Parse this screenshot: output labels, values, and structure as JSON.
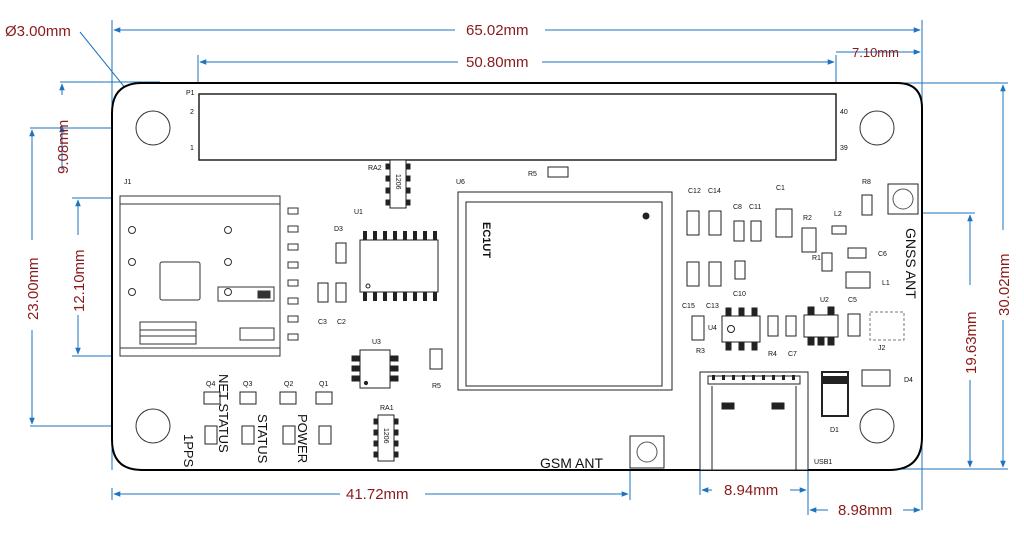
{
  "dimensions": {
    "hole_diameter": "Ø3.00mm",
    "overall_width": "65.02mm",
    "header_width": "50.80mm",
    "right_offset": "7.10mm",
    "hole_vertical": "9.08mm",
    "sim_height": "12.10mm",
    "total_left_height": "23.00mm",
    "gsm_offset": "41.72mm",
    "usb_width": "8.94mm",
    "usb_right_offset": "8.98mm",
    "gnss_height": "19.63mm",
    "overall_height": "30.02mm"
  },
  "silkscreen": {
    "header_ref": "P1",
    "pin_2": "2",
    "pin_1": "1",
    "pin_40": "40",
    "pin_39": "39",
    "sim_ref": "J1",
    "ra2": "RA2",
    "ra2_value": "1206",
    "u1": "U1",
    "d3": "D3",
    "c3": "C3",
    "c2": "C2",
    "u3": "U3",
    "ra1": "RA1",
    "ra1_value": "1206",
    "r5_top": "R5",
    "r5_bottom": "R5",
    "u6": "U6",
    "module_logo": "EC1UT",
    "c12": "C12",
    "c14": "C14",
    "c8": "C8",
    "c11": "C11",
    "c1": "C1",
    "r2": "R2",
    "l2": "L2",
    "r8": "R8",
    "r1": "R1",
    "c6": "C6",
    "l1": "L1",
    "c15": "C15",
    "c13": "C13",
    "c10": "C10",
    "u2": "U2",
    "c5": "C5",
    "u4": "U4",
    "r3": "R3",
    "r4": "R4",
    "c7": "C7",
    "j2": "J2",
    "d4": "D4",
    "d1": "D1",
    "usb1": "USB1",
    "q1": "Q1",
    "q2": "Q2",
    "q3": "Q3",
    "q4": "Q4",
    "led_1pps": "1PPS",
    "led_net": "NET STATUS",
    "led_status": "STATUS",
    "led_power": "POWER",
    "gsm_ant": "GSM ANT",
    "gnss_ant": "GNSS ANT"
  },
  "colors": {
    "dimension": "#8b1a1a",
    "arrow": "#1e73be",
    "board_outline": "#000000"
  }
}
